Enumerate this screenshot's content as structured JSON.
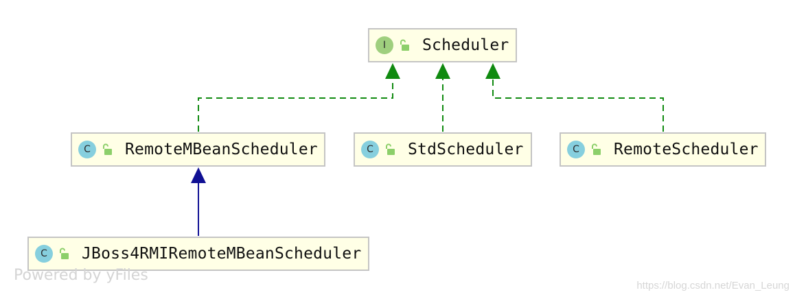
{
  "nodes": {
    "scheduler": {
      "name": "Scheduler",
      "badge": "I",
      "kind": "interface"
    },
    "remote_mbean_scheduler": {
      "name": "RemoteMBeanScheduler",
      "badge": "C",
      "kind": "class"
    },
    "std_scheduler": {
      "name": "StdScheduler",
      "badge": "C",
      "kind": "class"
    },
    "remote_scheduler": {
      "name": "RemoteScheduler",
      "badge": "C",
      "kind": "class"
    },
    "jboss4_rmi_remote_mbean_scheduler": {
      "name": "JBoss4RMIRemoteMBeanScheduler",
      "badge": "C",
      "kind": "class"
    }
  },
  "edges": [
    {
      "from": "RemoteMBeanScheduler",
      "to": "Scheduler",
      "type": "implements"
    },
    {
      "from": "StdScheduler",
      "to": "Scheduler",
      "type": "implements"
    },
    {
      "from": "RemoteScheduler",
      "to": "Scheduler",
      "type": "implements"
    },
    {
      "from": "JBoss4RMIRemoteMBeanScheduler",
      "to": "RemoteMBeanScheduler",
      "type": "extends"
    }
  ],
  "colors": {
    "implements": "#108a10",
    "extends": "#101094",
    "interface_badge": "#9fcf7e",
    "class_badge": "#86cfde",
    "lock": "#8ccf6a",
    "node_fill": "#ffffe6",
    "node_border": "#c4c4c4"
  },
  "watermarks": {
    "left": "Powered by yFiles",
    "right": "https://blog.csdn.net/Evan_Leung"
  }
}
